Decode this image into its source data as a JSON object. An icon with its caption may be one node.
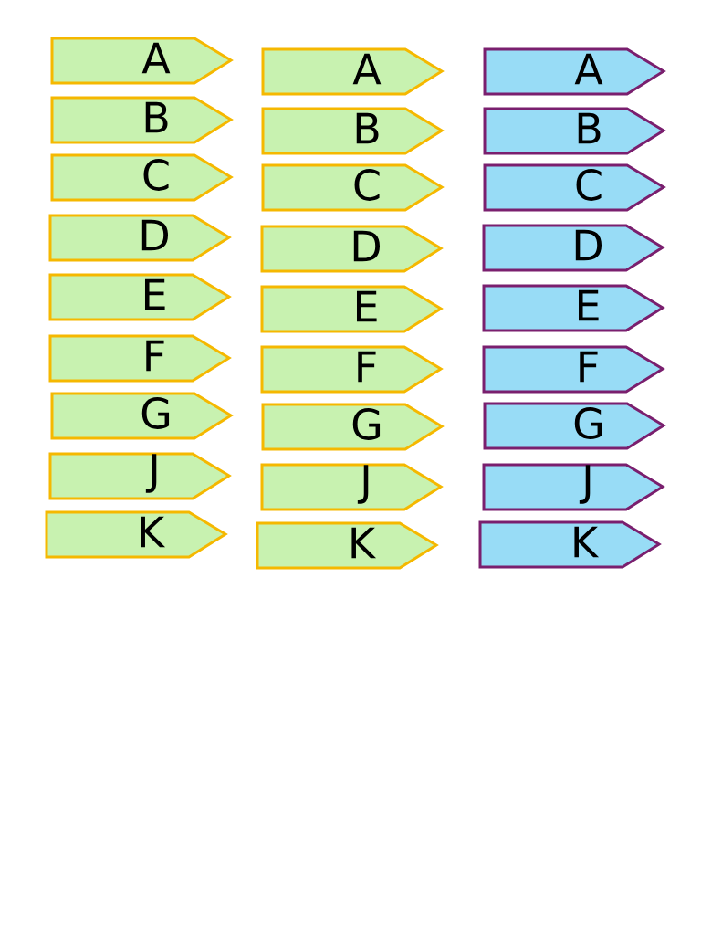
{
  "diagram": {
    "nodes": [
      {
        "text": [
          "A"
        ]
      },
      {
        "text": [
          "A"
        ]
      },
      {
        "text": [
          "A"
        ]
      },
      {
        "text": [
          "B"
        ]
      },
      {
        "text": [
          "B"
        ]
      },
      {
        "text": [
          "B"
        ]
      },
      {
        "text": [
          "C"
        ]
      },
      {
        "text": [
          "C"
        ]
      },
      {
        "text": [
          "C"
        ]
      },
      {
        "text": [
          "D"
        ]
      },
      {
        "text": [
          "D"
        ]
      },
      {
        "text": [
          "D"
        ]
      },
      {
        "text": [
          "E"
        ]
      },
      {
        "text": [
          "E"
        ]
      },
      {
        "text": [
          "E"
        ]
      },
      {
        "text": [
          "F"
        ]
      },
      {
        "text": [
          "F"
        ]
      },
      {
        "text": [
          "F"
        ]
      },
      {
        "text": [
          "G"
        ]
      },
      {
        "text": [
          "G"
        ]
      },
      {
        "text": [
          "G"
        ]
      },
      {
        "text": [
          "J"
        ]
      },
      {
        "text": [
          "J"
        ]
      },
      {
        "text": [
          "J"
        ]
      },
      {
        "text": [
          "K"
        ]
      },
      {
        "text": [
          "K"
        ]
      },
      {
        "text": [
          "K"
        ]
      }
    ]
  }
}
